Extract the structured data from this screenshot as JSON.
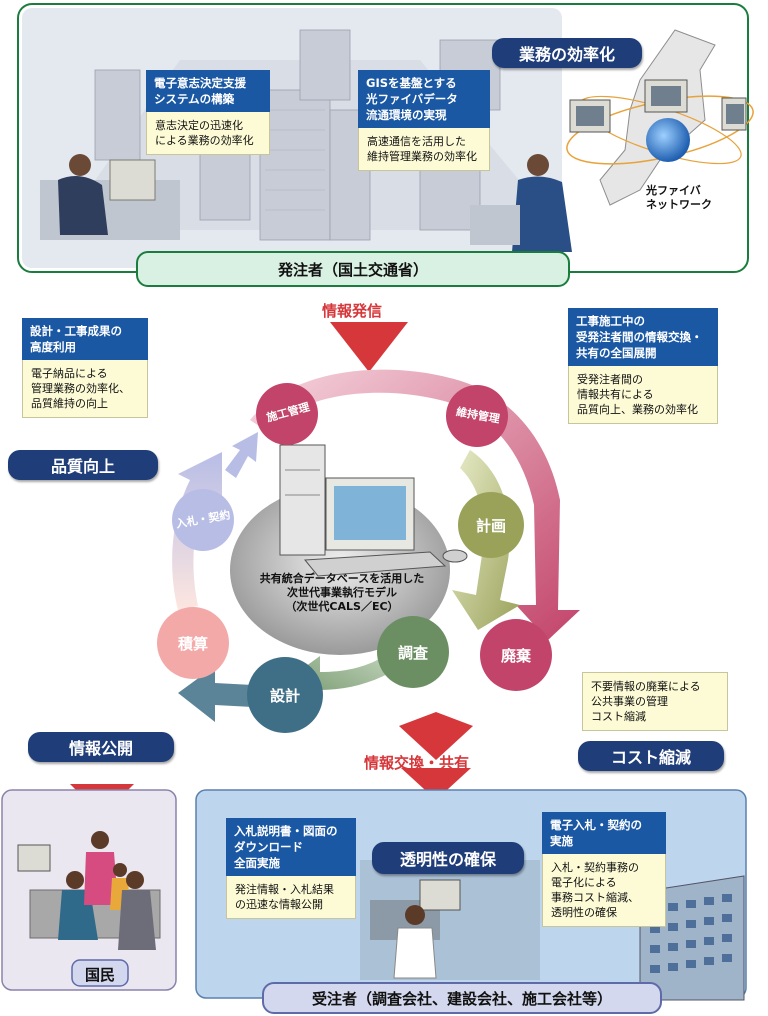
{
  "top": {
    "efficiency_title": "業務の効率化",
    "orderer_label": "発注者（国土交通省）",
    "fiber_label": "光ファイバ\nネットワーク",
    "card_decision": {
      "title": "電子意志決定支援\nシステムの構築",
      "body": "意志決定の迅速化\nによる業務の効率化"
    },
    "card_gis": {
      "title": "GISを基盤とする\n光ファイバデータ\n流通環境の実現",
      "body": "高速通信を活用した\n維持管理業務の効率化"
    }
  },
  "middle": {
    "info_send": "情報発信",
    "info_exchange": "情報交換・共有",
    "quality_title": "品質向上",
    "cost_title": "コスト縮減",
    "card_quality": {
      "title": "設計・工事成果の\n高度利用",
      "body": "電子納品による\n管理業務の効率化、\n品質維持の向上"
    },
    "card_share": {
      "title": "工事施工中の\n受発注者間の情報交換・\n共有の全国展開",
      "body": "受発注者間の\n情報共有による\n品質向上、業務の効率化"
    },
    "cost_note": "不要情報の廃棄による\n公共事業の管理\nコスト縮減",
    "center_caption": "共有統合データベースを活用した\n次世代事業執行モデル\n（次世代CALS／EC）"
  },
  "cycle": {
    "stages": [
      "施工管理",
      "維持管理",
      "計画",
      "廃棄",
      "調査",
      "設計",
      "積算",
      "入札・契約"
    ]
  },
  "bottom": {
    "disclosure_title": "情報公開",
    "citizens_label": "国民",
    "transparency_title": "透明性の確保",
    "contractor_label": "受注者（調査会社、建設会社、施工会社等）",
    "card_download": {
      "title": "入札説明書・図面の\nダウンロード\n全面実施",
      "body": "発注情報・入札結果\nの迅速な情報公開"
    },
    "card_ebid": {
      "title": "電子入札・契約の\n実施",
      "body": "入札・契約事務の\n電子化による\n事務コスト縮減、\n透明性の確保"
    }
  },
  "colors": {
    "navy": "#1f3d78",
    "card_header": "#1a58a4",
    "card_body": "#fdfbd6",
    "red": "#d6373a",
    "green_border": "#1b7d3d",
    "stage_pink": "#c2446a",
    "stage_olive": "#9aa25a",
    "stage_green": "#6b8f63",
    "stage_peach": "#f4a9a9",
    "stage_teal": "#3f6f86",
    "stage_lavender": "#b8bde6"
  }
}
